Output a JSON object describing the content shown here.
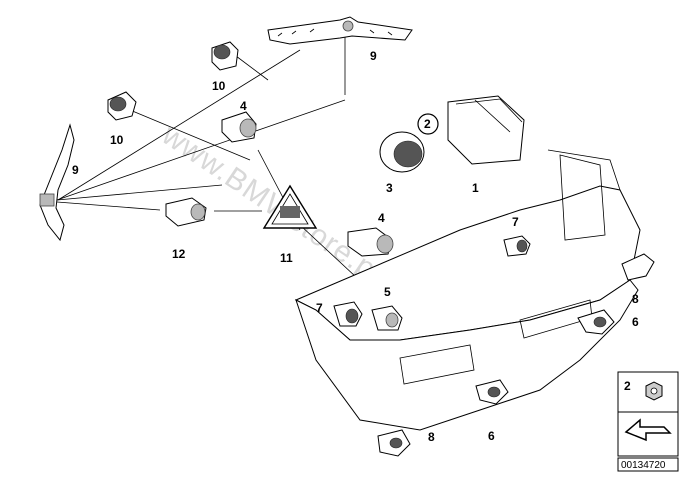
{
  "watermark": "www.BMWstore.pl",
  "callouts": {
    "c1": "1",
    "c2": "2",
    "c3": "3",
    "c4a": "4",
    "c4b": "4",
    "c5": "5",
    "c6a": "6",
    "c6b": "6",
    "c7a": "7",
    "c7b": "7",
    "c8a": "8",
    "c8b": "8",
    "c9a": "9",
    "c9b": "9",
    "c10a": "10",
    "c10b": "10",
    "c11": "11",
    "c12": "12"
  },
  "legend_box": {
    "number": "2",
    "part": "nut"
  },
  "doc_id": "00134720",
  "icons": {
    "warning_sign": "rear-parking-sensor-warning-sign-icon",
    "nav_arrow": "direction-arrow-icon"
  }
}
